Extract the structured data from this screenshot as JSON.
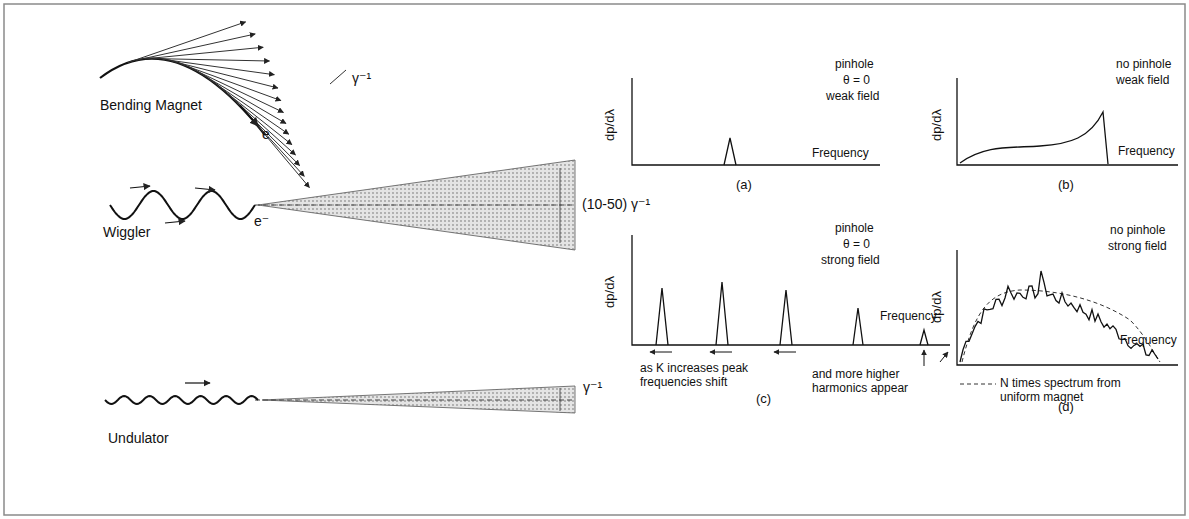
{
  "diagram": {
    "labels": [
      "Bending Magnet",
      "γ⁻¹",
      "e",
      "Wiggler",
      "e⁻",
      "(10-50) γ⁻¹",
      "Undulator",
      "γ⁻¹",
      "dp/dλ",
      "pinhole",
      "θ = 0",
      "weak field",
      "Frequency",
      "(a)",
      "dp/dλ",
      "no pinhole",
      "weak field",
      "Frequency",
      "(b)",
      "dp/dλ",
      "pinhole",
      "θ = 0",
      "strong field",
      "Frequency",
      "as K increases peak frequencies shift",
      "and more higher harmonics appear",
      "(c)",
      "dp/dλ",
      "no pinhole",
      "strong field",
      "Frequency",
      "N times spectrum from uniform magnet",
      "(d)"
    ]
  }
}
